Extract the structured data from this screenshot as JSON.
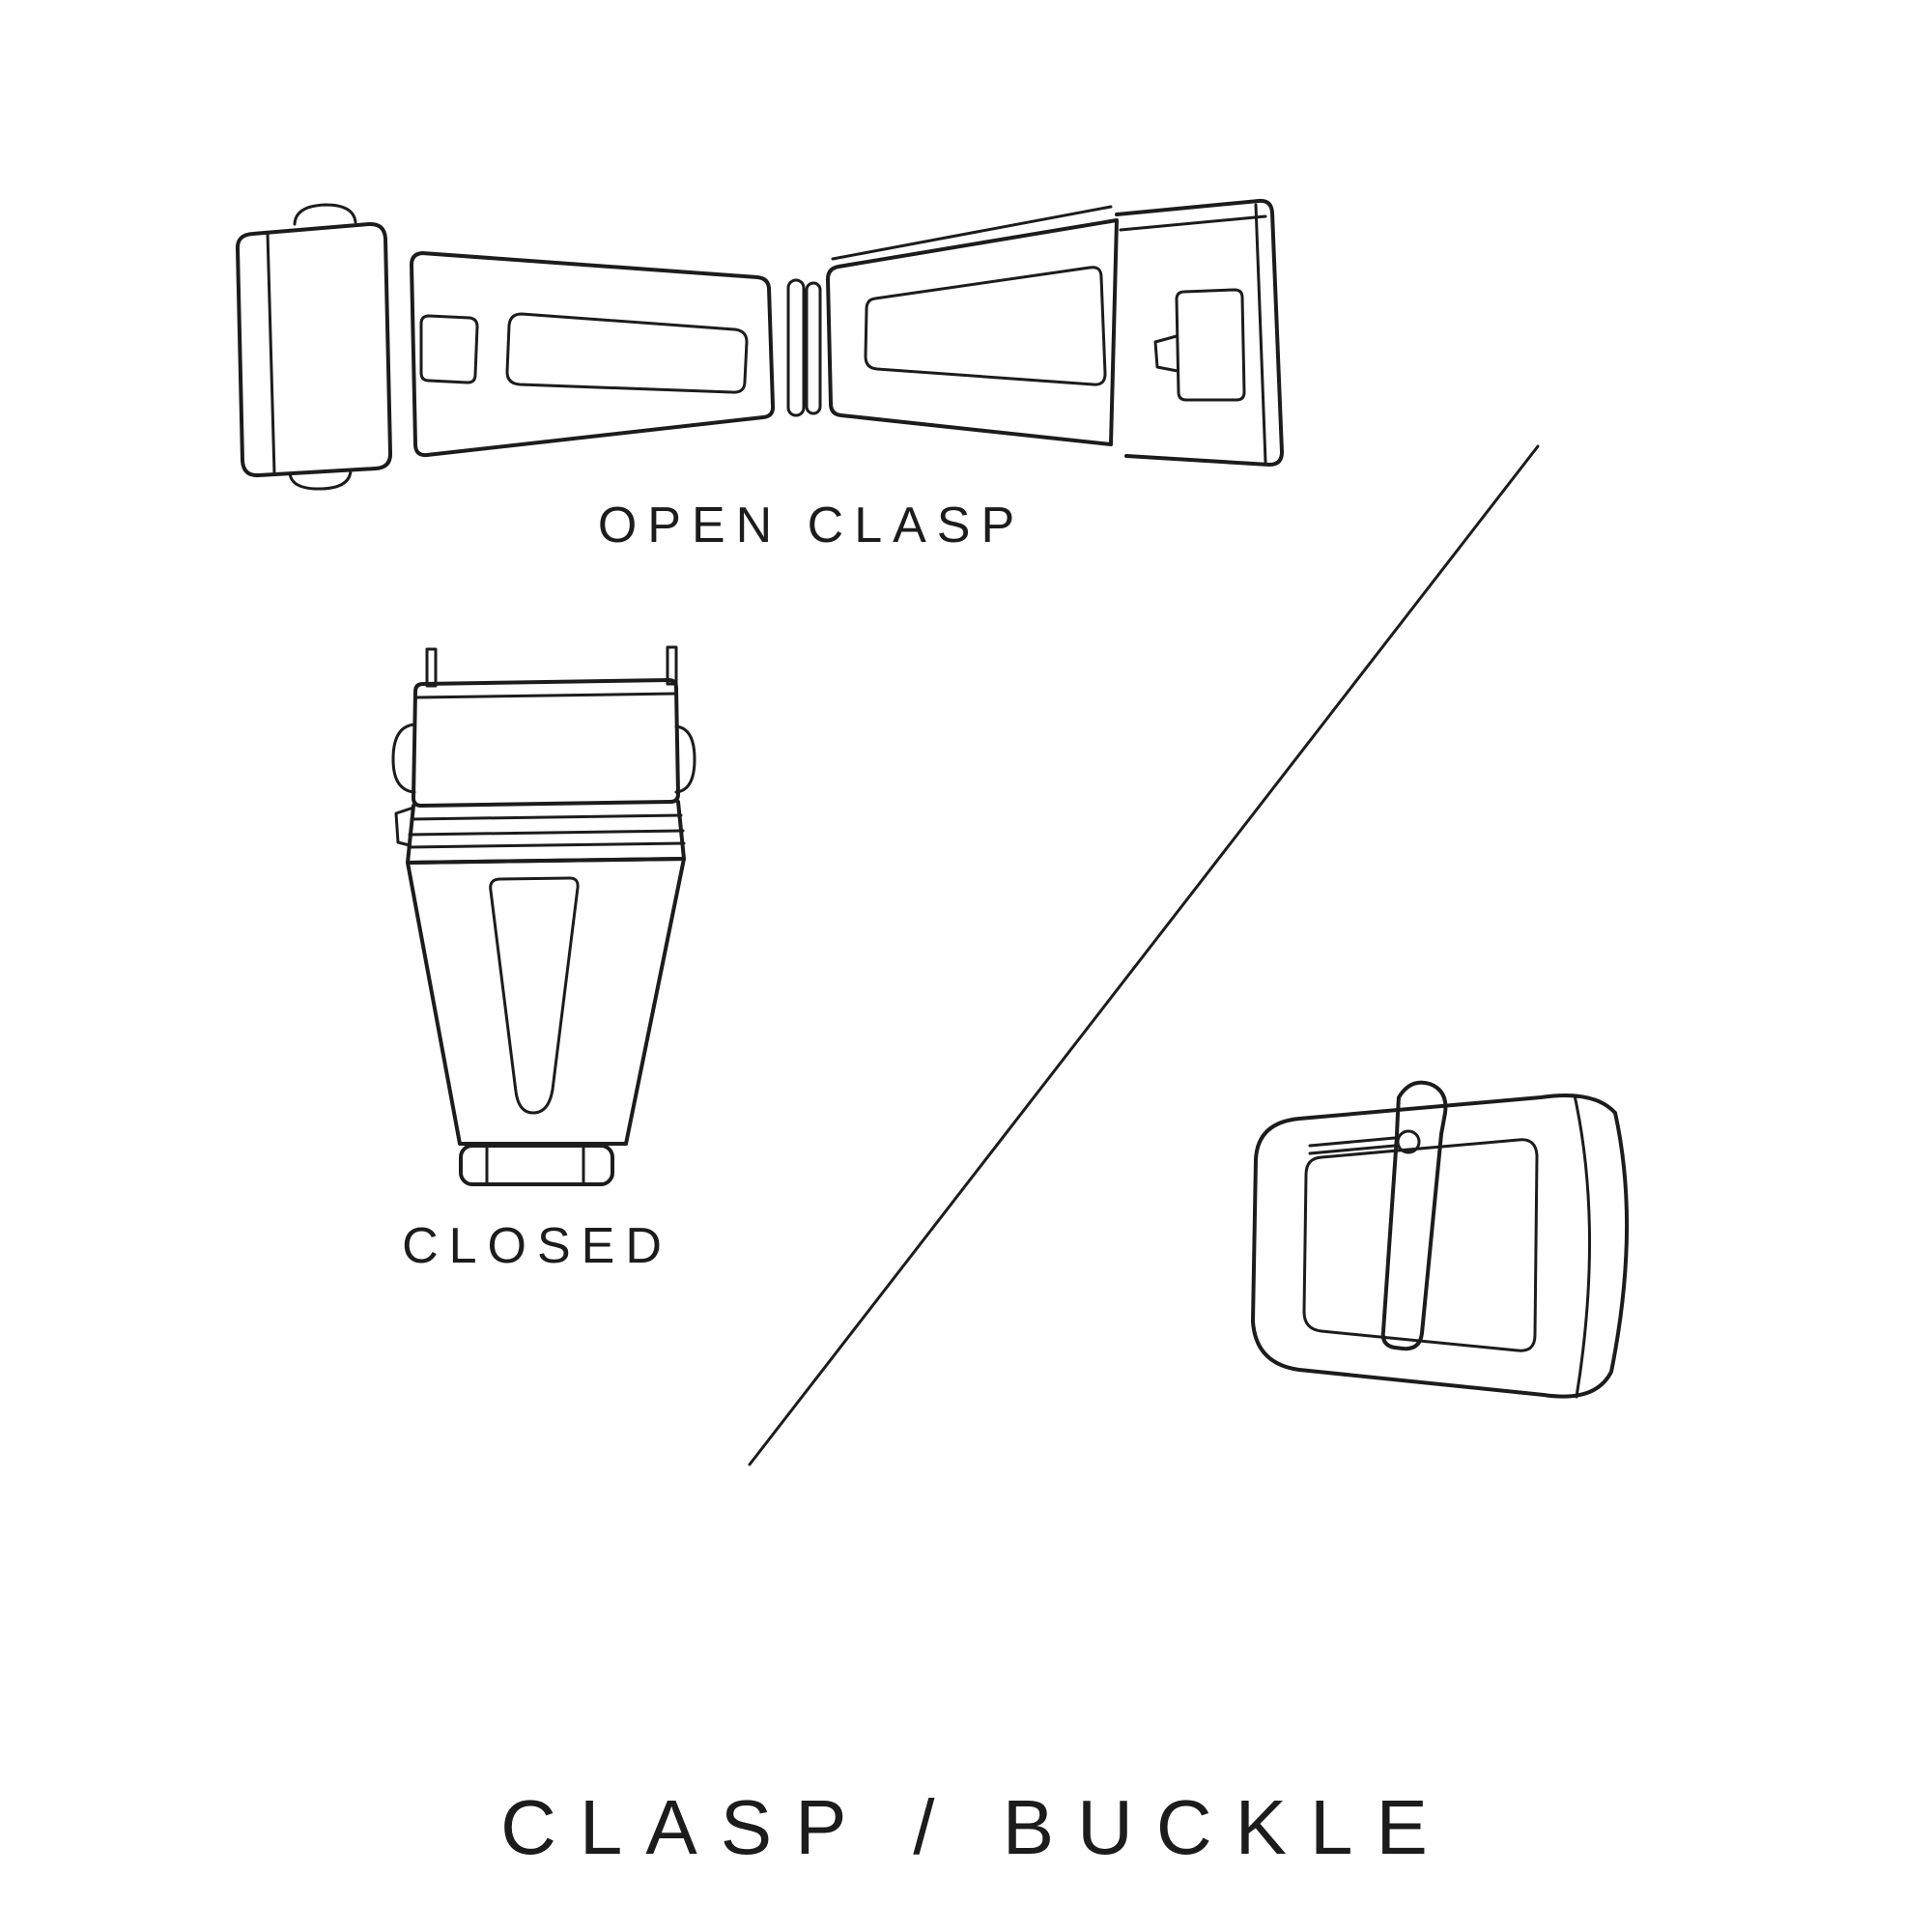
{
  "canvas": {
    "background": "#ffffff",
    "line_color": "#1c1c1c",
    "text_color": "#1c1c1c"
  },
  "labels": {
    "open_clasp": "OPEN CLASP",
    "closed": "CLOSED",
    "title": "CLASP / BUCKLE"
  },
  "illustrations": {
    "open_clasp": "open-deployant-clasp-line-drawing",
    "closed_clasp": "closed-clasp-line-drawing",
    "buckle": "tang-buckle-line-drawing",
    "divider": "diagonal-divider-line"
  }
}
